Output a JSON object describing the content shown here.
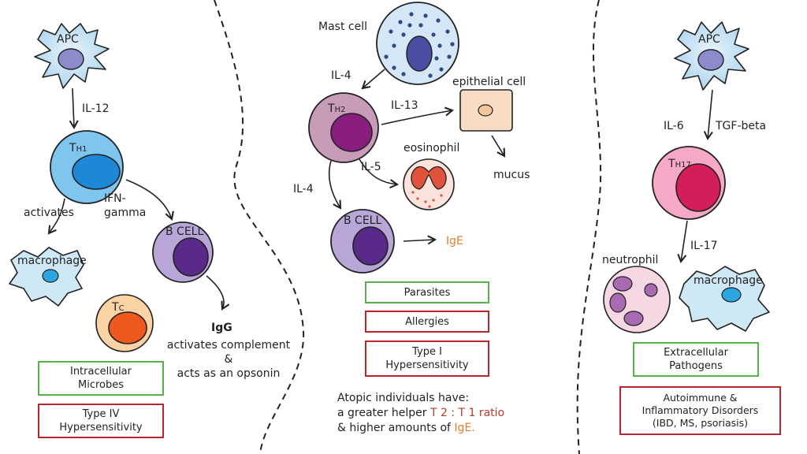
{
  "left": {
    "apc": "APC",
    "il12": "IL-12",
    "th1_main": "T",
    "th1_sub": "H1",
    "activates": "activates",
    "ifn_line1": "IFN-",
    "ifn_line2": "gamma",
    "bcell": "B CELL",
    "macrophage": "macrophage",
    "tc_main": "T",
    "tc_sub": "C",
    "igg": "IgG",
    "igg_line1": "activates complement",
    "igg_line2": "&",
    "igg_line3": "acts as an opsonin",
    "box_green": [
      "Intracellular",
      "Microbes"
    ],
    "box_red": [
      "Type IV",
      "Hypersensitivity"
    ]
  },
  "middle": {
    "mast_cell": "Mast cell",
    "il4_top": "IL-4",
    "th2_main": "T",
    "th2_sub": "H2",
    "il13": "IL-13",
    "epithelial": "epithelial cell",
    "mucus": "mucus",
    "eosinophil": "eosinophil",
    "il5": "IL-5",
    "il4_left": "IL-4",
    "bcell": "B CELL",
    "ige": "IgE",
    "box_parasites": "Parasites",
    "box_allergies": "Allergies",
    "box_type1": [
      "Type I",
      "Hypersensitivity"
    ],
    "atopic_line1": "Atopic individuals have:",
    "atopic_line2_pre": "a greater helper ",
    "atopic_line2_ratio": "T 2 : T 1 ratio",
    "atopic_line3_pre": "& higher amounts of ",
    "atopic_line3_ige": "IgE."
  },
  "right": {
    "apc": "APC",
    "il6": "IL-6",
    "tgf": "TGF-beta",
    "th17_main": "T",
    "th17_sub": "H17",
    "il17": "IL-17",
    "neutrophil": "neutrophil",
    "macrophage": "macrophage",
    "box_green": [
      "Extracellular",
      "Pathogens"
    ],
    "box_red": [
      "Autoimmune &",
      "Inflammatory Disorders",
      "(IBD, MS, psoriasis)"
    ]
  },
  "colors": {
    "green_box": "#58b04a",
    "red_box": "#b8252c",
    "red_text": "#c0392b",
    "orange_text": "#e27d2b"
  }
}
